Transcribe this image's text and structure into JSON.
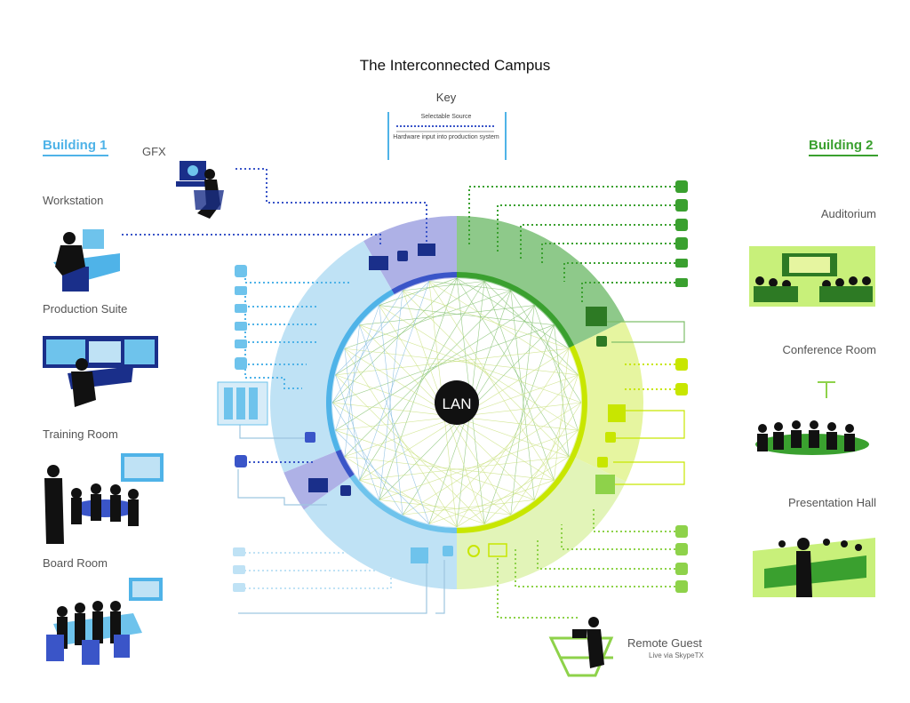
{
  "title": "The Interconnected Campus",
  "key": {
    "heading": "Key",
    "selectable_source": "Selectable Source",
    "hardware_input": "Hardware input into production system"
  },
  "buildings": {
    "building1": {
      "label": "Building 1",
      "color": "#4fb3e8"
    },
    "building2": {
      "label": "Building 2",
      "color": "#3aa02f"
    }
  },
  "rooms_left": {
    "gfx": "GFX",
    "workstation": "Workstation",
    "production_suite": "Production Suite",
    "training_room": "Training Room",
    "board_room": "Board Room"
  },
  "rooms_right": {
    "auditorium": "Auditorium",
    "conference_room": "Conference Room",
    "presentation_hall": "Presentation Hall",
    "remote_guest": "Remote Guest",
    "remote_guest_sub": "Live via SkypeTX"
  },
  "center": {
    "label": "LAN"
  },
  "colors": {
    "light_blue": "#bfe2f5",
    "dark_blue": "#3a55c8",
    "purple_segment": "#aeb1e6",
    "dark_green": "#8ec98a",
    "light_green": "#e6f5a0",
    "lime": "#c8e600",
    "inner_green": "#3aa02f"
  }
}
